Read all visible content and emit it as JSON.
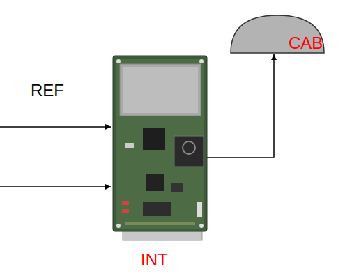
{
  "diagram": {
    "labels": [
      "REF",
      "CAB",
      "INT"
    ]
  }
}
